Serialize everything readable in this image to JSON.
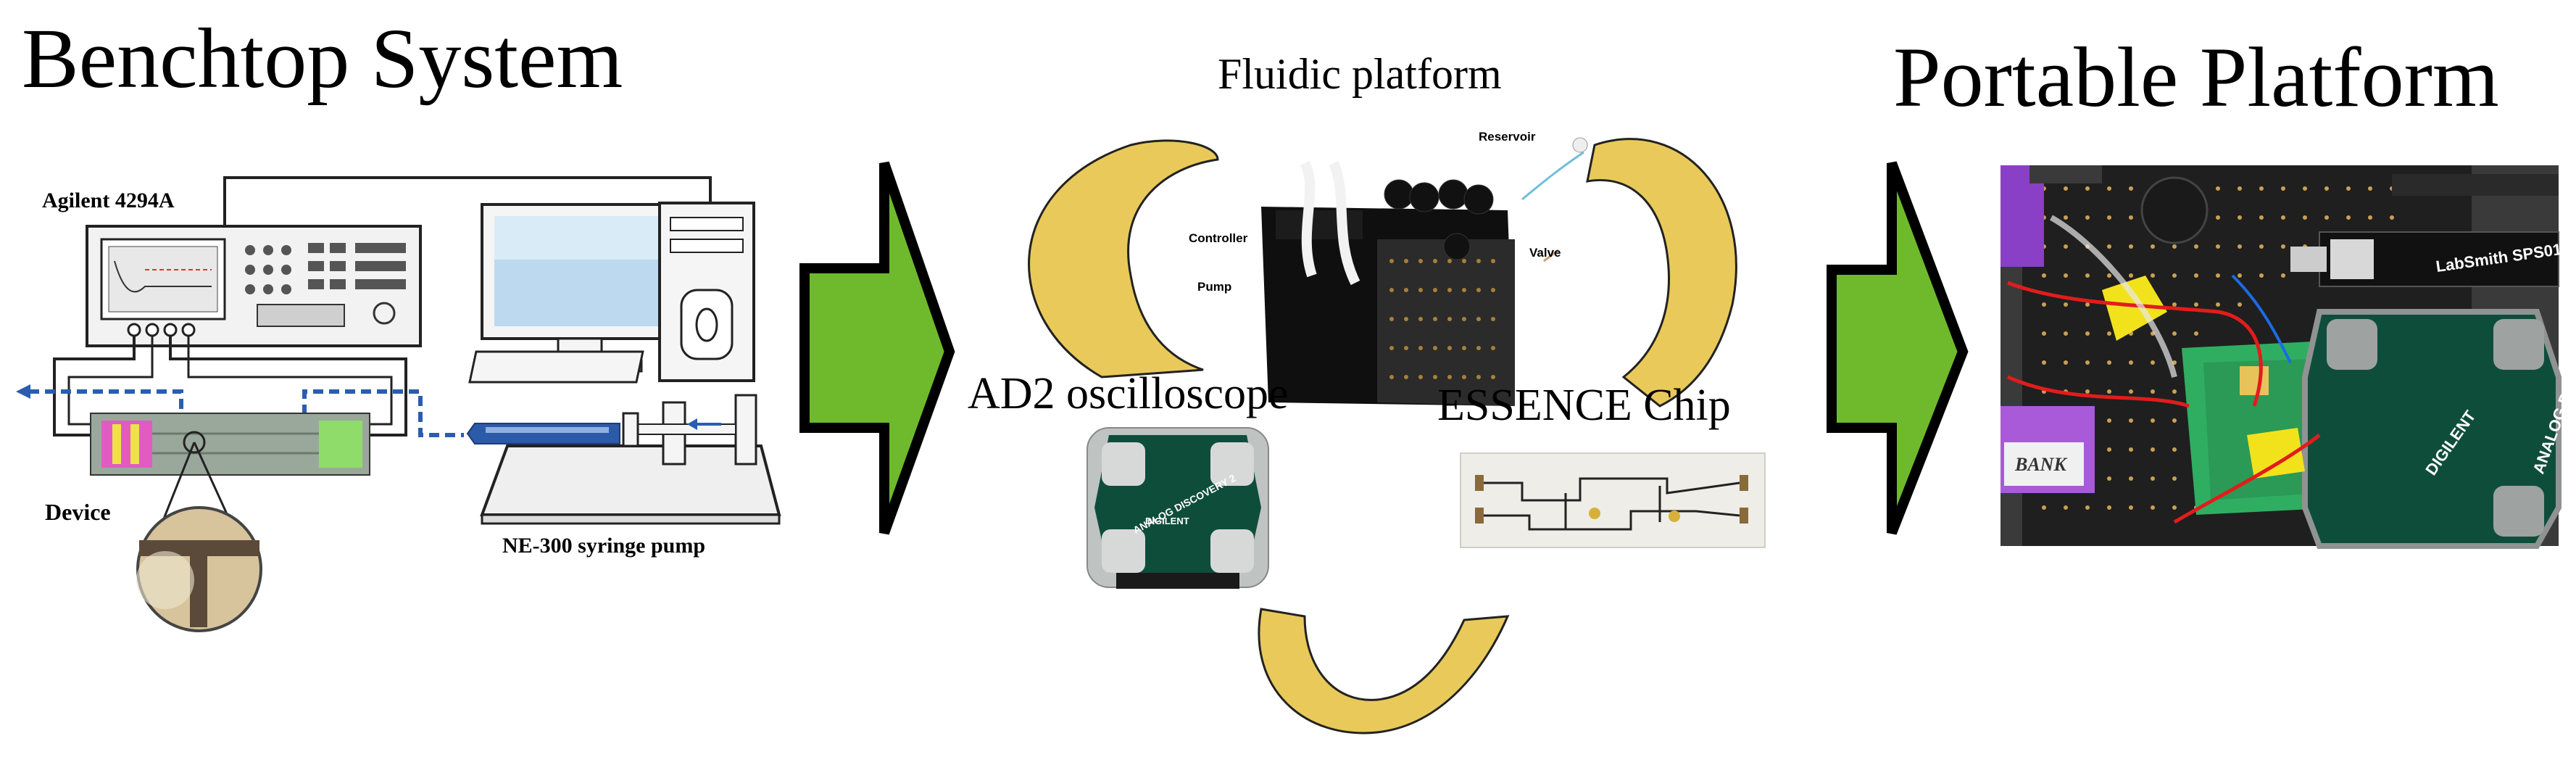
{
  "titles": {
    "benchtop": "Benchtop System",
    "fluidic": "Fluidic platform",
    "portable": "Portable Platform",
    "ad2": "AD2 oscilloscope",
    "essence": "ESSENCE Chip"
  },
  "benchtop_labels": {
    "analyzer": "Agilent 4294A",
    "device": "Device",
    "pump": "NE-300  syringe pump"
  },
  "fluidic_labels": {
    "reservoir": "Reservoir",
    "controller": "Controller",
    "pump": "Pump",
    "valve": "Valve"
  },
  "board_text": {
    "analog_discovery": "ANALOG DISCOVERY 2",
    "digilent": "DIGILENT",
    "labsmith": "LabSmith SPS01",
    "bank": "BANK"
  },
  "colors": {
    "arrow_fill": "#6fba2c",
    "arrow_outline": "#000000",
    "loop_fill": "#e9c95a",
    "board_green": "#0f4d3b"
  }
}
